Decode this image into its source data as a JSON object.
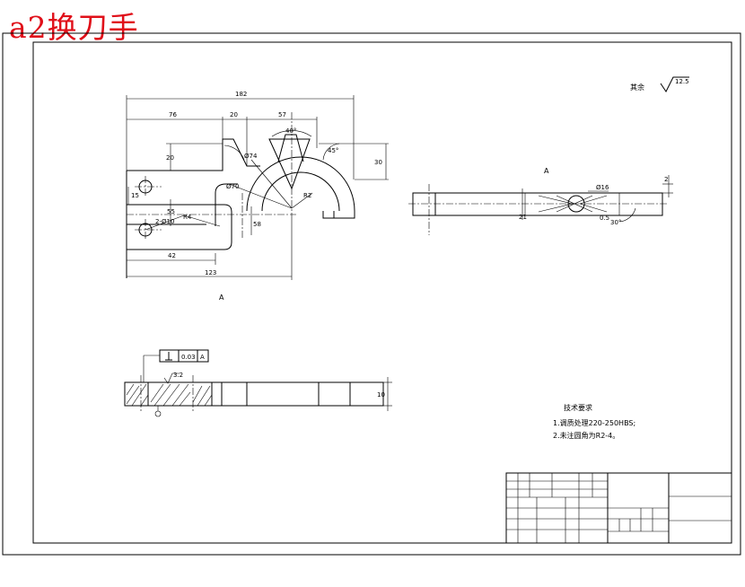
{
  "title": "a2换刀手",
  "roughness": {
    "label": "其余",
    "value": "12.5"
  },
  "view_label": "A",
  "section_label": "A",
  "dimensions": {
    "total_length": "182",
    "len_76": "76",
    "len_20": "20",
    "len_57": "57",
    "angle_40": "40°",
    "angle_45": "45°",
    "height_20": "20",
    "height_30": "30",
    "offset_15": "15",
    "dia_74": "Ø74",
    "dia_70": "Ø70",
    "r_2": "R2",
    "holes": "2-Ø10",
    "r4": "R4",
    "height_55": "55",
    "height_58": "58",
    "len_42": "42",
    "len_123": "123",
    "dia_16": "Ø16",
    "dim_2": "2",
    "dim_21": "21",
    "dim_05": "0.5",
    "angle_30": "30°",
    "thickness_10": "10",
    "tol_value": "0.03",
    "tol_datum": "A",
    "small_roughness": "3.2"
  },
  "tech_requirements": {
    "heading": "技术要求",
    "items": [
      "1.调质处理220-250HBS;",
      "2.未注圆角为R2-4。"
    ]
  }
}
